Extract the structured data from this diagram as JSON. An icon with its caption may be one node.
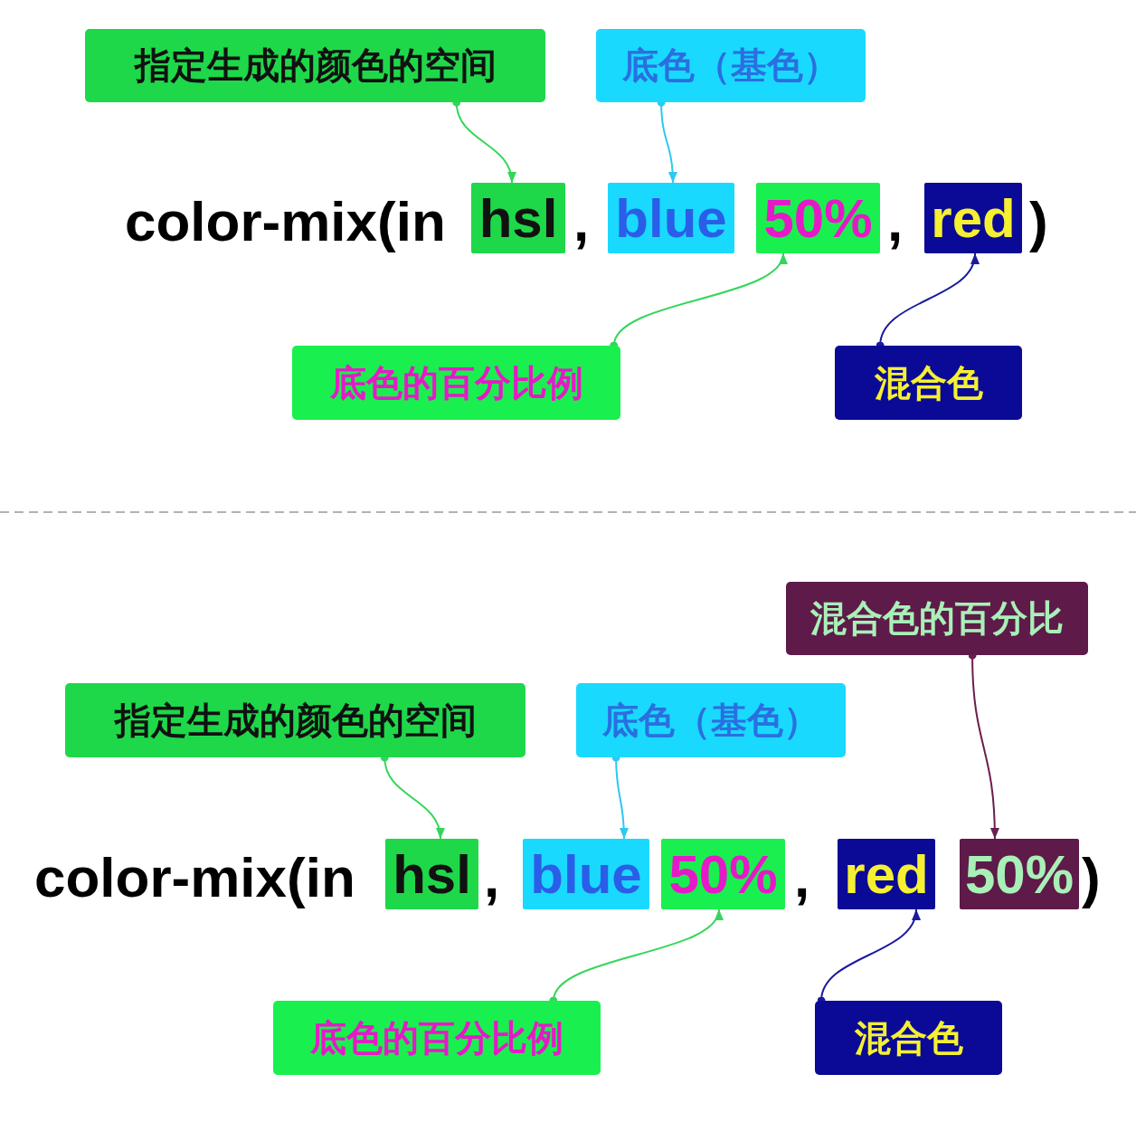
{
  "diagram": {
    "nodes": [
      {
        "text": [
          "指定生成的颜色的空间"
        ]
      },
      {
        "text": [
          "底色（基色）"
        ]
      },
      {
        "text": [
          "hsl"
        ]
      },
      {
        "text": [
          "blue"
        ]
      },
      {
        "text": [
          "50%"
        ]
      },
      {
        "text": [
          "red"
        ]
      },
      {
        "text": [
          "底色的百分比例"
        ]
      },
      {
        "text": [
          "混合色"
        ]
      },
      {
        "text": [
          "混合色的百分比"
        ]
      },
      {
        "text": [
          "指定生成的颜色的空间"
        ]
      },
      {
        "text": [
          "底色（基色）"
        ]
      },
      {
        "text": [
          "hsl"
        ]
      },
      {
        "text": [
          "blue"
        ]
      },
      {
        "text": [
          "50%"
        ]
      },
      {
        "text": [
          "red"
        ]
      },
      {
        "text": [
          "50%"
        ]
      },
      {
        "text": [
          "底色的百分比例"
        ]
      },
      {
        "text": [
          "混合色"
        ]
      }
    ],
    "edges": [
      {
        "from": 0,
        "to": 2,
        "arrow": "to"
      },
      {
        "from": 1,
        "to": 3,
        "arrow": "to",
        "color": "#2ec8f0"
      },
      {
        "from": 6,
        "to": 4,
        "arrow": "to"
      },
      {
        "from": 7,
        "to": 5,
        "arrow": "to",
        "color": "#1a1aa0"
      },
      {
        "from": 8,
        "to": 15,
        "arrow": "to",
        "color": "#6a1f50"
      },
      {
        "from": 9,
        "to": 11,
        "arrow": "to"
      },
      {
        "from": 10,
        "to": 12,
        "arrow": "to",
        "color": "#2ec8f0"
      },
      {
        "from": 16,
        "to": 13,
        "arrow": "to"
      },
      {
        "from": 17,
        "to": 14,
        "arrow": "to",
        "color": "#1a1aa0"
      }
    ],
    "labels": [
      "color-mix(in",
      ",",
      ",",
      ")",
      "color-mix(in",
      ",",
      ",",
      ")"
    ]
  }
}
